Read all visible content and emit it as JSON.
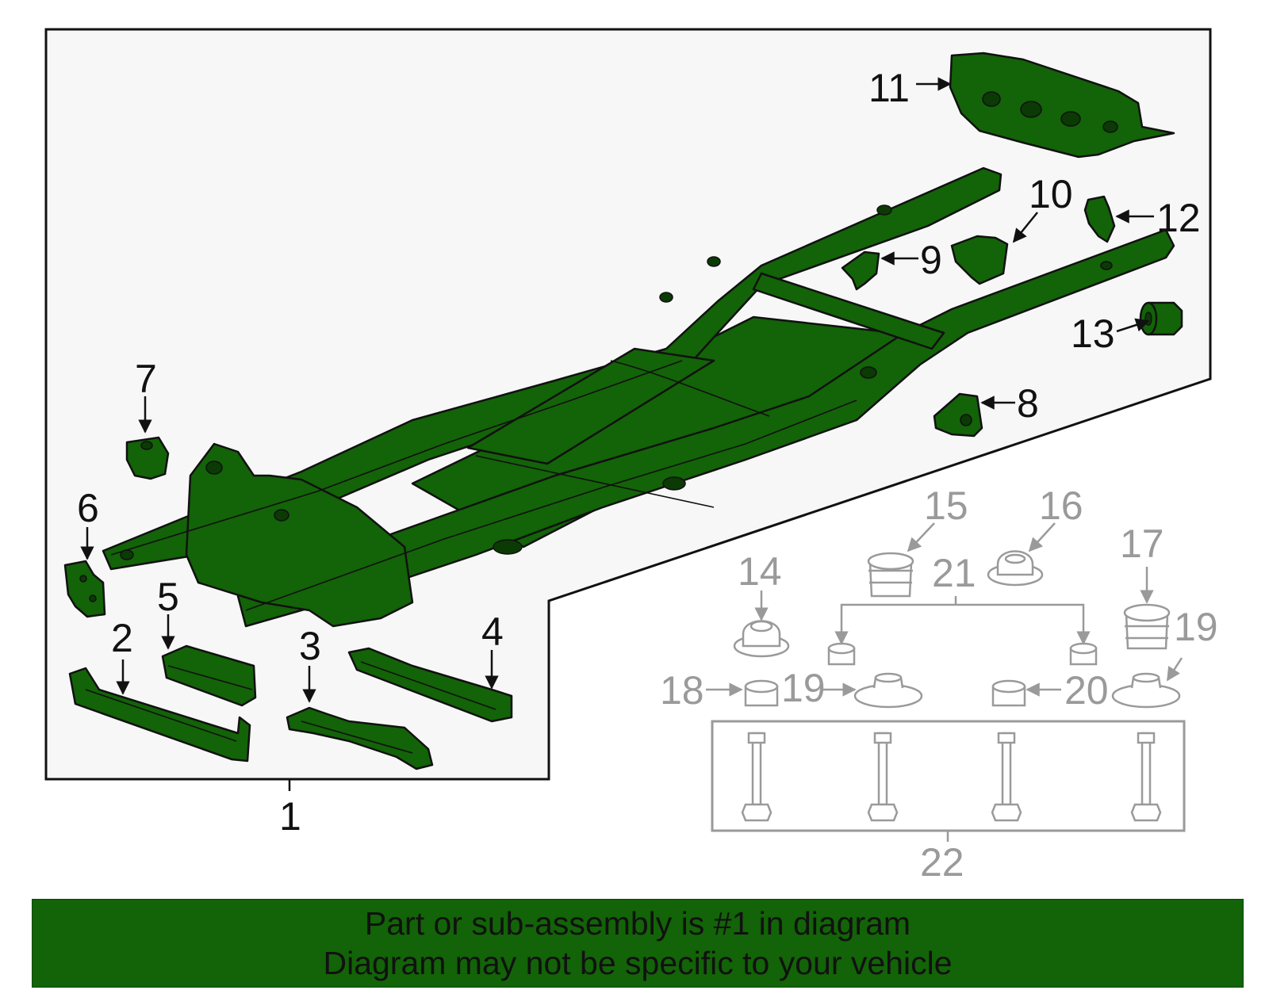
{
  "callouts": {
    "c1": "1",
    "c2": "2",
    "c3": "3",
    "c4": "4",
    "c5": "5",
    "c6": "6",
    "c7": "7",
    "c8": "8",
    "c9": "9",
    "c10": "10",
    "c11": "11",
    "c12": "12",
    "c13": "13",
    "c14": "14",
    "c15": "15",
    "c16": "16",
    "c17": "17",
    "c18": "18",
    "c19a": "19",
    "c19b": "19",
    "c20": "20",
    "c21": "21",
    "c22": "22"
  },
  "footer": {
    "line1": "Part or sub-assembly is #1 in diagram",
    "line2": "Diagram may not be specific to your vehicle"
  },
  "colors": {
    "highlight_green": "#136308",
    "hardware_grey": "#9a9a9a",
    "panel_background": "#f7f7f7"
  }
}
